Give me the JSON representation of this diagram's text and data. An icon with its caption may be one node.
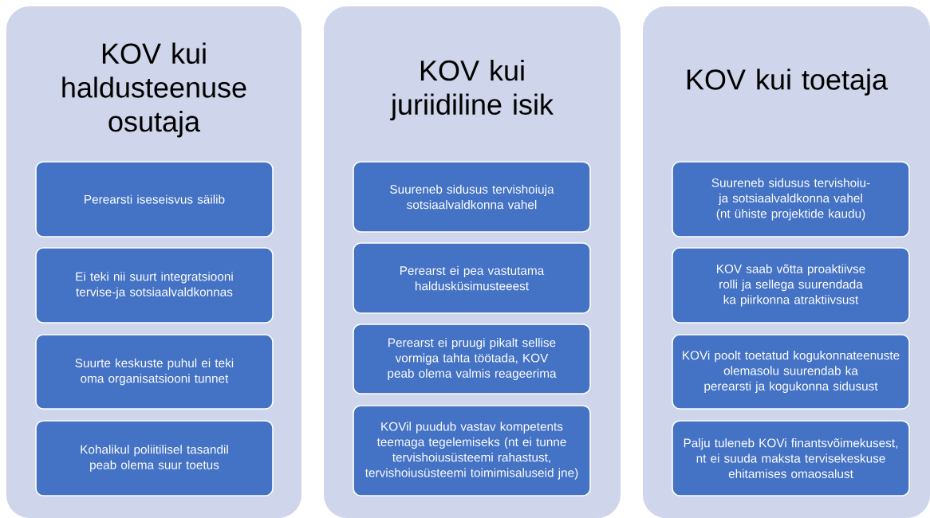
{
  "diagram": {
    "nodes": [
      {
        "text": [
          "KOV kui haldusteenuse osutaja"
        ]
      },
      {
        "text": [
          "Perearsti iseseisvus säilib"
        ],
        "in": 0
      },
      {
        "text": [
          "Ei teki nii suurt integratsiooni tervise-ja sotsiaalvaldkonnas"
        ],
        "in": 0
      },
      {
        "text": [
          "Suurte keskuste puhul ei teki oma organisatsiooni tunnet"
        ],
        "in": 0
      },
      {
        "text": [
          "Kohalikul poliitilisel tasandil peab olema suur toetus"
        ],
        "in": 0
      },
      {
        "text": [
          "KOV kui juriidiline isik"
        ]
      },
      {
        "text": [
          "Suureneb sidusus tervishoiuja sotsiaalvaldkonna vahel"
        ],
        "in": 5
      },
      {
        "text": [
          "Perearst ei pea vastutama haldusküsimusteeest"
        ],
        "in": 5
      },
      {
        "text": [
          "Perearst ei pruugi pikalt sellise vormiga tahta töötada, KOV peab olema valmis reageerima"
        ],
        "in": 5
      },
      {
        "text": [
          "KOVil puudub vastav kompetents teemaga tegelemiseks (nt ei tunne tervishoiusüsteemi rahastust, tervishoiusüsteemi toimimisaluseid jne)"
        ],
        "in": 5
      },
      {
        "text": [
          "KOV kui toetaja"
        ]
      },
      {
        "text": [
          "Suureneb sidusus tervishoiu-ja sotsiaalvaldkonna vahel (nt ühiste projektide kaudu)"
        ],
        "in": 10
      },
      {
        "text": [
          "KOV saab võtta proaktiivse rolli ja sellega suurendada ka piirkonna atraktiivsust"
        ],
        "in": 10
      },
      {
        "text": [
          "KOVi poolt toetatud kogukonnateenuste olemasolu suurendab ka perearsti ja kogukonna sidusust"
        ],
        "in": 10
      },
      {
        "text": [
          "Palju tuleneb KOVi finantsvõimekusest, nt ei suuda maksta tervisekeskuse ehitamises omaosalust"
        ],
        "in": 10
      }
    ]
  }
}
